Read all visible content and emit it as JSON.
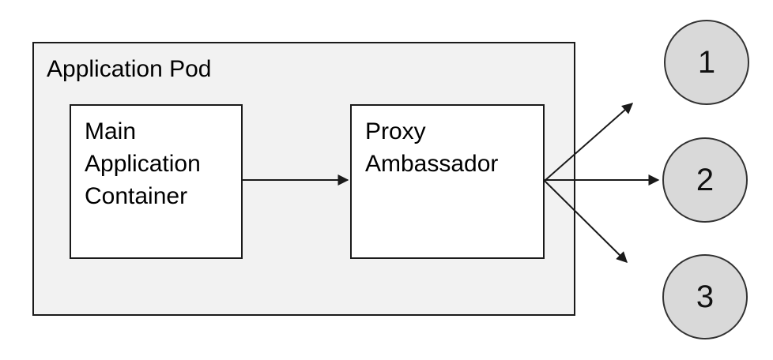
{
  "pod": {
    "label": "Application Pod"
  },
  "containers": {
    "main": {
      "label": "Main Application Container"
    },
    "proxy": {
      "label": "Proxy Ambassador"
    }
  },
  "endpoints": [
    {
      "label": "1"
    },
    {
      "label": "2"
    },
    {
      "label": "3"
    }
  ],
  "connections": [
    {
      "from": "main-application-container",
      "to": "proxy-ambassador"
    },
    {
      "from": "proxy-ambassador",
      "to": "endpoint-1"
    },
    {
      "from": "proxy-ambassador",
      "to": "endpoint-2"
    },
    {
      "from": "proxy-ambassador",
      "to": "endpoint-3"
    }
  ],
  "colors": {
    "pod_fill": "#f2f2f2",
    "container_fill": "#ffffff",
    "endpoint_fill": "#d9d9d9",
    "stroke": "#1a1a1a",
    "endpoint_stroke": "#333333"
  }
}
